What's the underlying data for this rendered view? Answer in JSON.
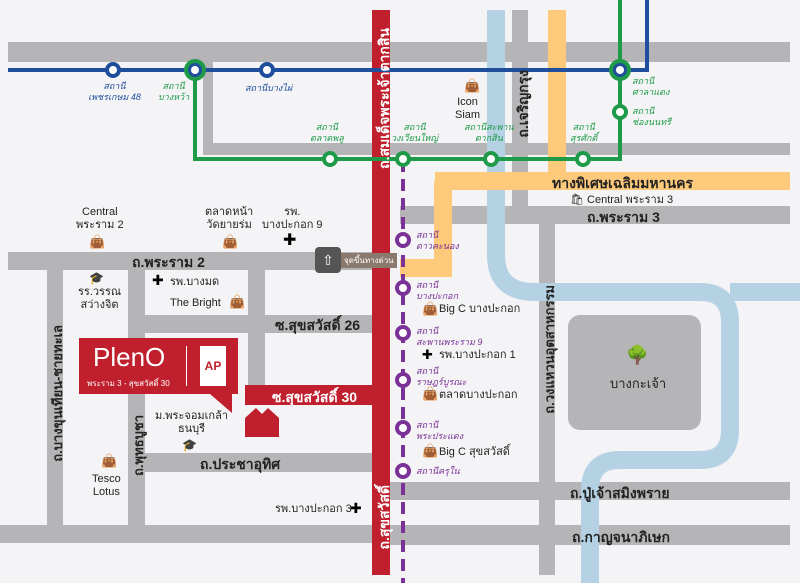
{
  "roads": {
    "rama2": "ถ.พระราม 2",
    "soi26": "ซ.สุขสวัสดิ์ 26",
    "soi30": "ซ.สุขสวัสดิ์ 30",
    "pracha_uthit": "ถ.ประชาอุทิศ",
    "rama3": "ถ.พระราม 3",
    "charoenkrung": "ถ.เจริญกรุง",
    "taksin": "ถ.สมเด็จพระเจ้าตากสิน",
    "suksawat": "ถ.สุขสวัสดิ์",
    "bangkhunthian": "ถ.บางขุนเทียน-ชายทะเล",
    "phutthabucha": "ถ.พุทธบูชา",
    "ring": "ถ.วงแหวนอุตสาหกรรม",
    "pu_chao": "ถ.ปู่เจ้าสมิงพราย",
    "kanchana": "ถ.กาญจนาภิเษก",
    "expressway": "ทางพิเศษเฉลิมมหานคร"
  },
  "stations": {
    "phetkasem48": "สถานี\nเพชรเกษม 48",
    "bangwa": "สถานี\nบางหว้า",
    "bangphai": "สถานีบางไผ่",
    "talatphlu": "สถานี\nตลาดพลู",
    "wongwianyai": "สถานี\nวงเวียนใหญ่",
    "saphantaksin": "สถานีสะพาน\nตากสิน",
    "surasak": "สถานี\nสุรศักดิ์",
    "saladaeng": "สถานี\nศาลาแดง",
    "chongnonsi": "สถานี\nช่องนนทรี",
    "daokhanong": "สถานี\nดาวคะนอง",
    "bangpakok": "สถานี\nบางปะกอก",
    "rama9bridge": "สถานี\nสะพานพระราม 9",
    "ratburana": "สถานี\nราษฎร์บูรณะ",
    "phrapradaeng": "สถานี\nพระประแดง",
    "khrunai": "สถานีครุใน"
  },
  "places": {
    "central_rama2": "Central\nพระราม 2",
    "talat_wat": "ตลาดหน้า\nวัดยายร่ม",
    "hosp9": "รพ.\nบางปะกอก 9",
    "iconsiam": "Icon\nSiam",
    "central_rama3": "Central พระราม 3",
    "school": "รร.วรรณ\nสว่างจิต",
    "hosp_bangmod": "รพ.บางมด",
    "the_bright": "The Bright",
    "kmutt": "ม.พระจอมเกล้า\nธนบุรี",
    "tesco": "Tesco\nLotus",
    "hosp3": "รพ.บางปะกอก 3",
    "bigc_bangpakok": "Big C บางปะกอก",
    "hosp1": "รพ.บางปะกอก 1",
    "talat_bangpakok": "ตลาดบางปะกอก",
    "bigc_suksawat": "Big C สุขสวัสดิ์",
    "bangkachao": "บางกะเจ้า",
    "exp_entrance": "จุดขึ้นทางด่วน"
  },
  "project": {
    "name": "PlenO",
    "subtitle": "พระราม 3 - สุขสวัสดิ์ 30",
    "brand": "AP"
  },
  "colors": {
    "bts_blue": "#1f4e9c",
    "bts_green": "#1e9a48",
    "purple": "#7a3296",
    "red": "#c0202e",
    "expressway": "#fdc97a",
    "river": "#b4d2e4",
    "road": "#b5b5b7"
  }
}
